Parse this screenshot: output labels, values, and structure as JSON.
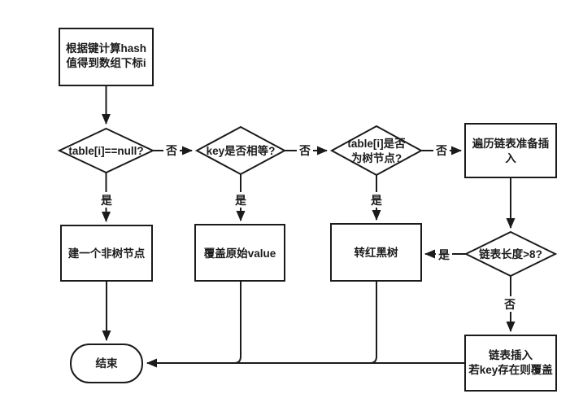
{
  "diagram": {
    "background": "#ffffff",
    "stroke_color": "#1b1b1b",
    "text_color": "#1b1b1b"
  },
  "nodes": {
    "start": {
      "type": "process",
      "line1": "根据键计算hash",
      "line2": "值得到数组下标i"
    },
    "check_null": {
      "type": "decision",
      "label": "table[i]==null?"
    },
    "check_key": {
      "type": "decision",
      "label": "key是否相等?"
    },
    "check_tree": {
      "type": "decision",
      "line1": "table[i]是否",
      "line2": "为树节点?"
    },
    "traverse": {
      "type": "process",
      "line1": "遍历链表准备插",
      "line2": "入"
    },
    "create_node": {
      "type": "process",
      "label": "建一个非树节点"
    },
    "overwrite": {
      "type": "process",
      "label": "覆盖原始value"
    },
    "rbtree": {
      "type": "process",
      "label": "转红黑树"
    },
    "check_len": {
      "type": "decision",
      "label": "链表长度>8?"
    },
    "list_insert": {
      "type": "process",
      "line1": "链表插入",
      "line2": "若key存在则覆盖"
    },
    "end": {
      "type": "terminator",
      "label": "结束"
    }
  },
  "edge_labels": {
    "null_no": "否",
    "key_no": "否",
    "tree_no": "否",
    "len_no": "否",
    "null_yes": "是",
    "key_yes": "是",
    "tree_yes": "是",
    "len_yes": "是"
  }
}
